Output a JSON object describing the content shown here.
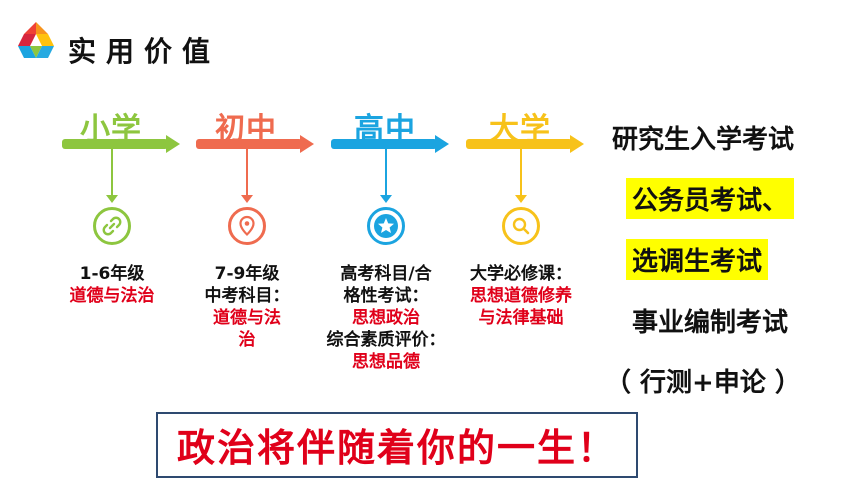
{
  "header": {
    "title": "实用价值"
  },
  "stages": [
    {
      "label": "小学",
      "color": "#8dc63f",
      "icon": "link-icon",
      "lines": [
        {
          "text": "1-6年级",
          "style": "black"
        },
        {
          "text": "道德与法治",
          "style": "red"
        }
      ]
    },
    {
      "label": "初中",
      "color": "#ef6b4f",
      "icon": "location-pin-icon",
      "lines": [
        {
          "text": "7-9年级",
          "style": "black"
        },
        {
          "text": "中考科目：",
          "style": "black"
        },
        {
          "text": "道德与法",
          "style": "red"
        },
        {
          "text": "治",
          "style": "red"
        }
      ]
    },
    {
      "label": "高中",
      "color": "#1ba4e0",
      "icon": "star-icon",
      "lines": [
        {
          "text": "高考科目/合",
          "style": "black"
        },
        {
          "text": "格性考试：",
          "style": "black"
        },
        {
          "text": "思想政治",
          "style": "red"
        },
        {
          "text": "综合素质评价：",
          "style": "black"
        },
        {
          "text": "思想品德",
          "style": "red"
        }
      ]
    },
    {
      "label": "大学",
      "color": "#f7c21a",
      "icon": "search-icon",
      "lines": [
        {
          "text": "大学必修课：",
          "style": "black"
        },
        {
          "text": "思想道德修养",
          "style": "red"
        },
        {
          "text": "与法律基础",
          "style": "red"
        }
      ]
    }
  ],
  "exams": [
    {
      "text": "研究生入学考试",
      "highlight": false
    },
    {
      "text": "公务员考试、",
      "highlight": true
    },
    {
      "text": "选调生考试",
      "highlight": true
    },
    {
      "text": "事业编制考试",
      "highlight": false
    },
    {
      "text": "（ 行测+申论 ）",
      "highlight": false
    }
  ],
  "slogan": "政治将伴随着你的一生！"
}
